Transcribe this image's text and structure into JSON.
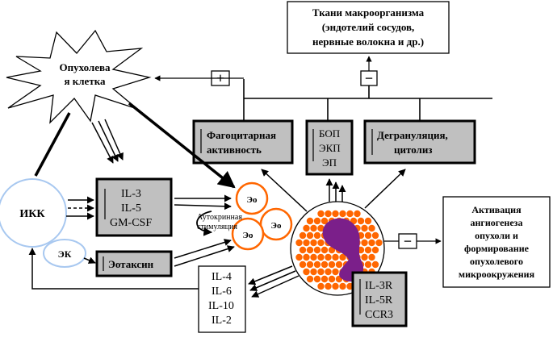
{
  "boxes": {
    "tissues": [
      "Ткани макроорганизма",
      "(эндотелий сосудов,",
      "нервные волокна и др.)"
    ],
    "phago": [
      "Фагоцитарная",
      "активность"
    ],
    "bop": [
      "БОП",
      "ЭКП",
      "ЭП"
    ],
    "degran": [
      "Дегрануляция,",
      "цитолиз"
    ],
    "il3": [
      "IL-3",
      "IL-5",
      "GM-CSF"
    ],
    "eotaxin": "Эотаксин",
    "ils": [
      "IL-4",
      "IL-6",
      "IL-10",
      "IL-2"
    ],
    "receptors": [
      "IL-3R",
      "IL-5R",
      "CCR3"
    ],
    "angio": [
      "Активация",
      "ангиогенеза",
      "опухоли и",
      "формирование",
      "опухолевого",
      "микроокружения"
    ]
  },
  "nodes": {
    "tumor": [
      "Опухолева",
      "я клетка"
    ],
    "ikk": "ИКК",
    "ek": "ЭК",
    "eo": "Эо"
  },
  "labels": {
    "autocrine": [
      "Аутокринная",
      "стимуляция"
    ],
    "plus": "+",
    "minus": "−"
  },
  "colors": {
    "box_fill": "#c0c0c0",
    "eosinophil_orange": "#ff6600",
    "nucleus_purple": "#7b1f8a",
    "cell_outline": "#a8c8f0"
  }
}
